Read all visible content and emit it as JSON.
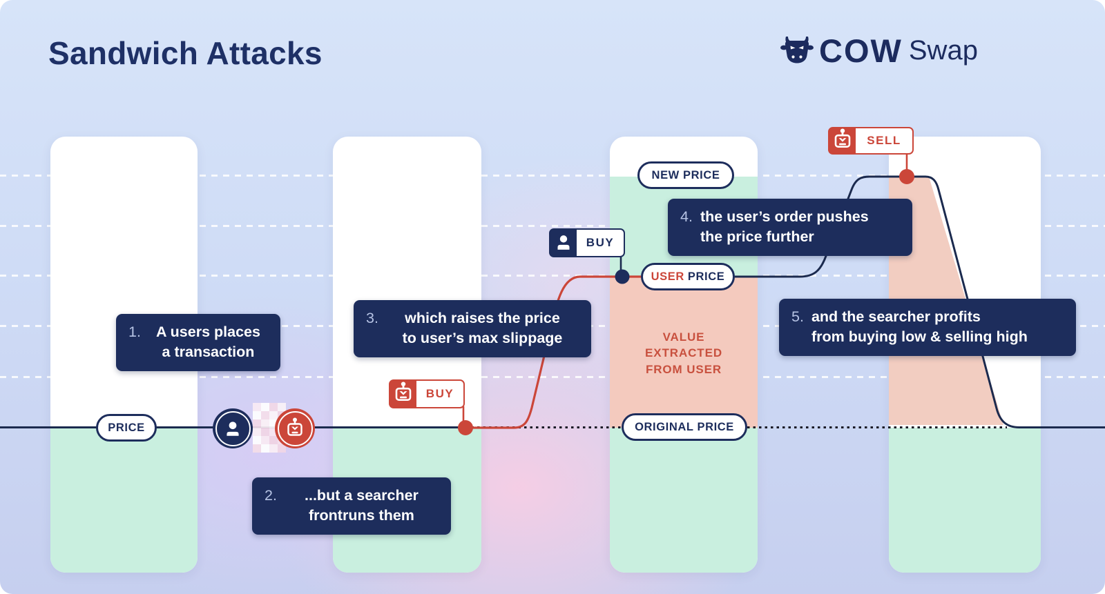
{
  "title": "Sandwich Attacks",
  "logo": {
    "brand": "COW",
    "product": "Swap"
  },
  "price_labels": {
    "price": "PRICE",
    "new_price": "NEW PRICE",
    "user_price_word1": "USER",
    "user_price_word2": "PRICE",
    "original_price": "ORIGINAL PRICE"
  },
  "value_extracted": {
    "l1": "VALUE",
    "l2": "EXTRACTED",
    "l3": "FROM USER"
  },
  "steps": [
    {
      "num": "1.",
      "line1": "A users places",
      "line2": "a transaction"
    },
    {
      "num": "2.",
      "line1": "...but a searcher",
      "line2": "frontruns them"
    },
    {
      "num": "3.",
      "line1": "which raises the price",
      "line2": "to user’s max slippage"
    },
    {
      "num": "4.",
      "line1": "the user’s order pushes",
      "line2": "the price further"
    },
    {
      "num": "5.",
      "line1": "and the searcher profits",
      "line2": "from buying low & selling high"
    }
  ],
  "tags": {
    "searcher_buy": "BUY",
    "user_buy": "BUY",
    "searcher_sell": "SELL"
  },
  "colors": {
    "navy": "#1d2d5c",
    "red": "#cb4639",
    "mint": "#c9efdf",
    "salmon": "#f4cabe",
    "pink-fill": "#f2cdc1",
    "step-number": "#b6c3e4"
  }
}
